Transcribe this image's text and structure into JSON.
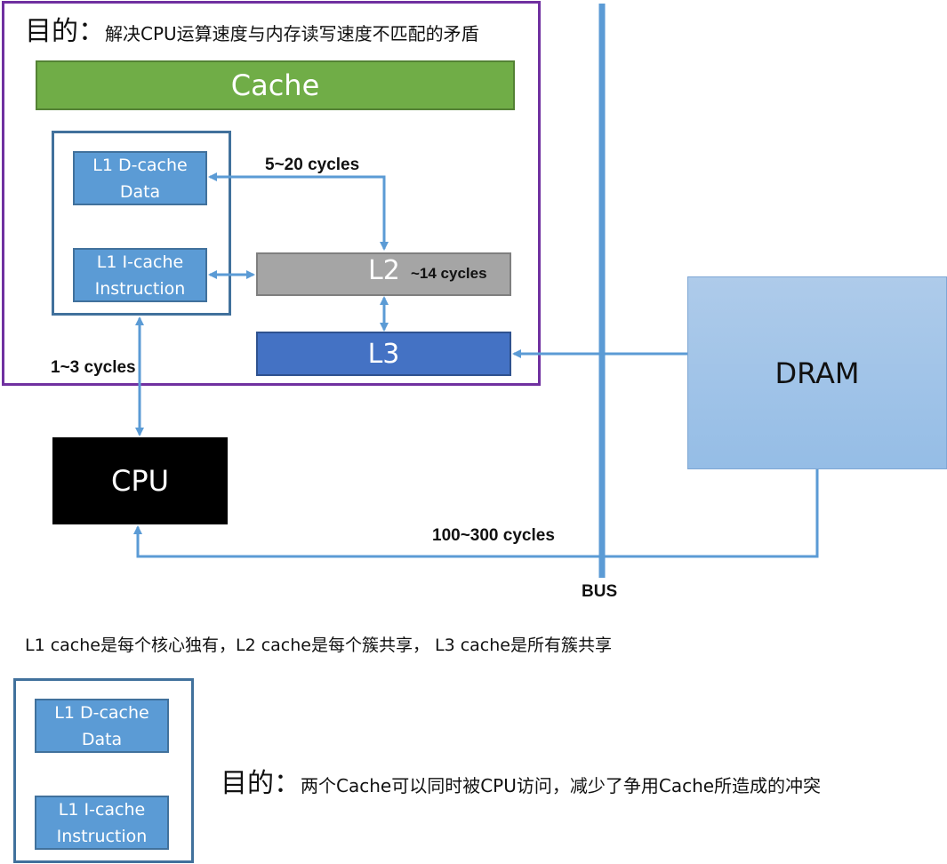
{
  "top_purpose": {
    "prefix": "目的：",
    "text": "解决CPU运算速度与内存读写速度不匹配的矛盾"
  },
  "cache_label": "Cache",
  "l1_dcache": {
    "line1": "L1 D-cache",
    "line2": "Data"
  },
  "l1_icache": {
    "line1": "L1 I-cache",
    "line2": "Instruction"
  },
  "l2": {
    "label": "L2",
    "cycles": "~14 cycles"
  },
  "l3": {
    "label": "L3"
  },
  "dram_label": "DRAM",
  "cpu_label": "CPU",
  "cycles": {
    "l1_l2": "5~20 cycles",
    "cpu_l1": "1~3 cycles",
    "cpu_dram": "100~300 cycles"
  },
  "bus_label": "BUS",
  "sharing_note": "L1 cache是每个核心独有，L2 cache是每个簇共享， L3 cache是所有簇共享",
  "bottom_l1_dcache": {
    "line1": "L1 D-cache",
    "line2": "Data"
  },
  "bottom_l1_icache": {
    "line1": "L1 I-cache",
    "line2": "Instruction"
  },
  "bottom_purpose": {
    "prefix": "目的：",
    "text": "两个Cache可以同时被CPU访问，减少了争用Cache所造成的冲突"
  },
  "colors": {
    "purple_frame": "#7030a0",
    "cache_green": "#70ad47",
    "l1_blue": "#5b9bd5",
    "l2_gray": "#a5a5a5",
    "l3_blue": "#4472c4",
    "dram_blue": "#9dc3e6",
    "arrow_blue": "#5b9bd5",
    "cpu_black": "#000000"
  }
}
